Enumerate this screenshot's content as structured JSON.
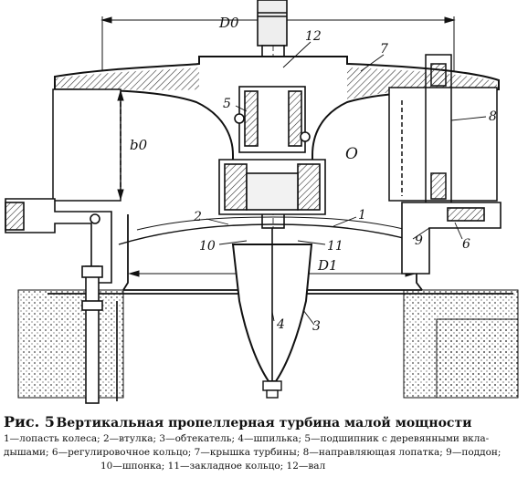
{
  "figure": {
    "number": "5",
    "fig_prefix": "Рис.",
    "title": "Вертикальная пропеллерная турбина малой мощности",
    "legend_lines": [
      "1—лопасть колеса; 2—втулка; 3—обтекатель; 4—шпилька; 5—подшипник с деревянными вкла-",
      "дышами; 6—регулировочное кольцо; 7—крышка турбины; 8—направляющая лопатка; 9—поддон;",
      "10—шпонка; 11—закладное кольцо; 12—вал"
    ]
  },
  "labels": {
    "d0": "D0",
    "d1": "D1",
    "b0": "b0",
    "o": "O",
    "n1": "1",
    "n2": "2",
    "n3": "3",
    "n4": "4",
    "n5": "5",
    "n6": "6",
    "n7": "7",
    "n8": "8",
    "n9": "9",
    "n10": "10",
    "n11": "11",
    "n12": "12"
  },
  "colors": {
    "ink": "#111111",
    "paper": "#ffffff",
    "hatch": "#555555"
  }
}
